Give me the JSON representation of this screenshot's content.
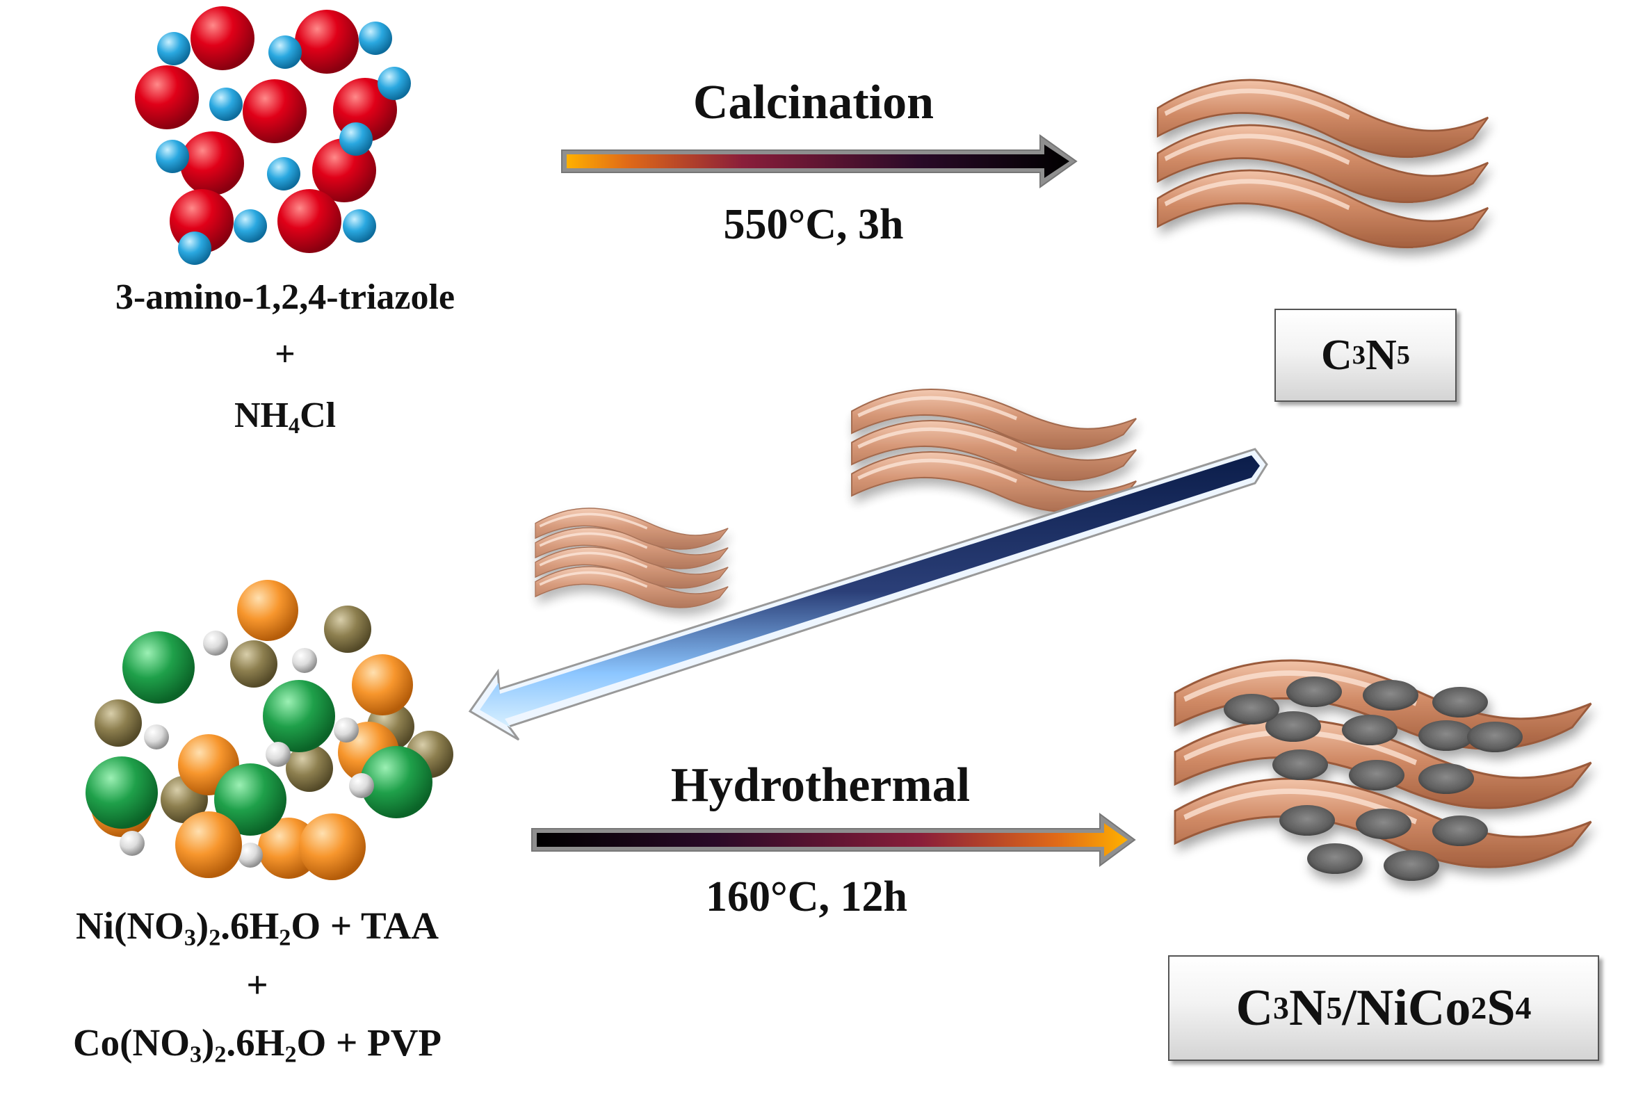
{
  "precursor1": {
    "line1": "3-amino-1,2,4-triazole",
    "plus": "+",
    "nh4cl": {
      "a": "NH",
      "sub": "4",
      "b": "Cl"
    }
  },
  "step1": {
    "process": "Calcination",
    "condition": "550°C, 3h"
  },
  "product1": {
    "a": "C",
    "sub1": "3",
    "b": "N",
    "sub2": "5"
  },
  "precursor2": {
    "line1": {
      "a": "Ni(NO",
      "s1": "3",
      "b": ")",
      "s2": "2",
      "c": ".6H",
      "s3": "2",
      "d": "O + TAA"
    },
    "plus": "+",
    "line3": {
      "a": "Co(NO",
      "s1": "3",
      "b": ")",
      "s2": "2",
      "c": ".6H",
      "s3": "2",
      "d": "O + PVP"
    }
  },
  "step2": {
    "process": "Hydrothermal",
    "condition": "160°C, 12h"
  },
  "product2": {
    "a": "C",
    "s1": "3",
    "b": "N",
    "s2": "5",
    "c": "/NiCo",
    "s3": "2",
    "d": "S",
    "s4": "4"
  },
  "colors": {
    "atom_red": "#d9001b",
    "atom_blue": "#29a9e0",
    "atom_green": "#1fa04a",
    "atom_orange": "#f7962d",
    "atom_olive": "#8d7f4f",
    "atom_white": "#e6e6e6",
    "sheet": "#c98563",
    "pore": "#6c6c6c"
  }
}
